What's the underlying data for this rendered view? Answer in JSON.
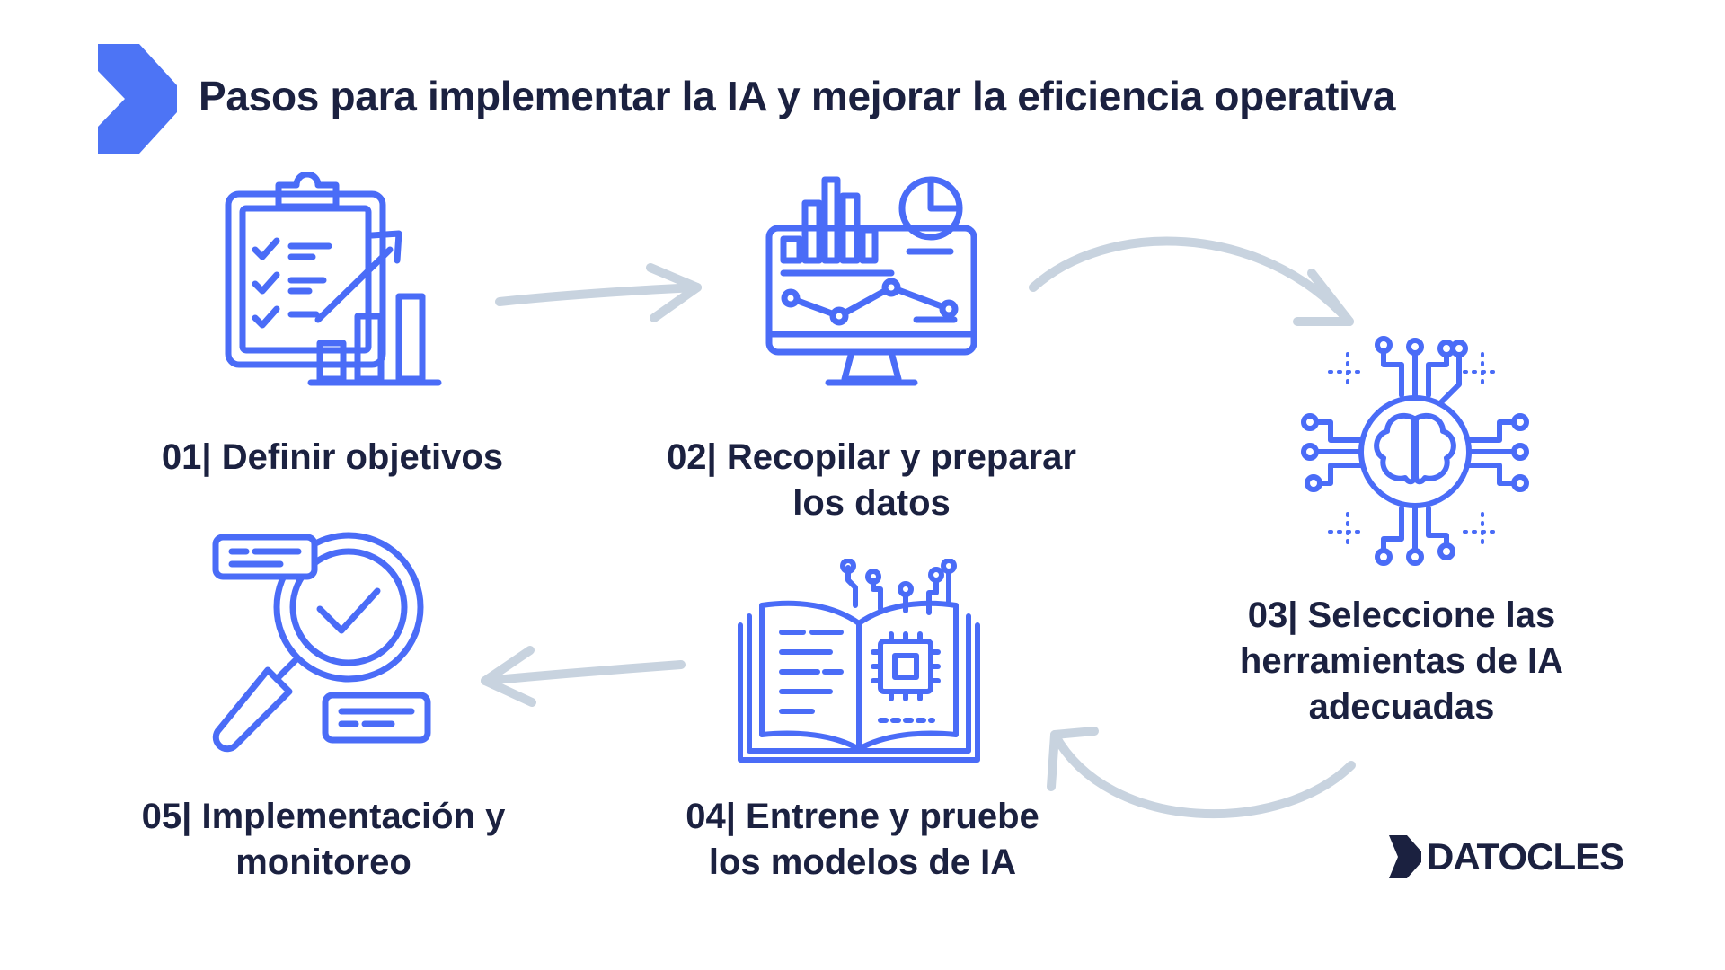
{
  "header": {
    "title": "Pasos para implementar la IA y mejorar la eficiencia operativa",
    "logo_icon": "chevron-shape-icon"
  },
  "steps": [
    {
      "label": "01| Definir objetivos",
      "icon": "clipboard-growth-chart-icon"
    },
    {
      "label": "02| Recopilar y preparar\nlos datos",
      "icon": "monitor-analytics-icon"
    },
    {
      "label": "03| Seleccione las\nherramientas de IA\nadecuadas",
      "icon": "ai-brain-chip-icon"
    },
    {
      "label": "04| Entrene y pruebe\nlos modelos de IA",
      "icon": "book-chip-icon"
    },
    {
      "label": "05| Implementación y\nmonitoreo",
      "icon": "magnifier-check-icon"
    }
  ],
  "brand": {
    "name": "DATOCLES",
    "icon": "datocles-logo-icon"
  },
  "colors": {
    "icon_stroke": "#4a6cf7",
    "accent": "#4d74f5",
    "arrow": "#c8d3df",
    "text": "#1b2140"
  }
}
